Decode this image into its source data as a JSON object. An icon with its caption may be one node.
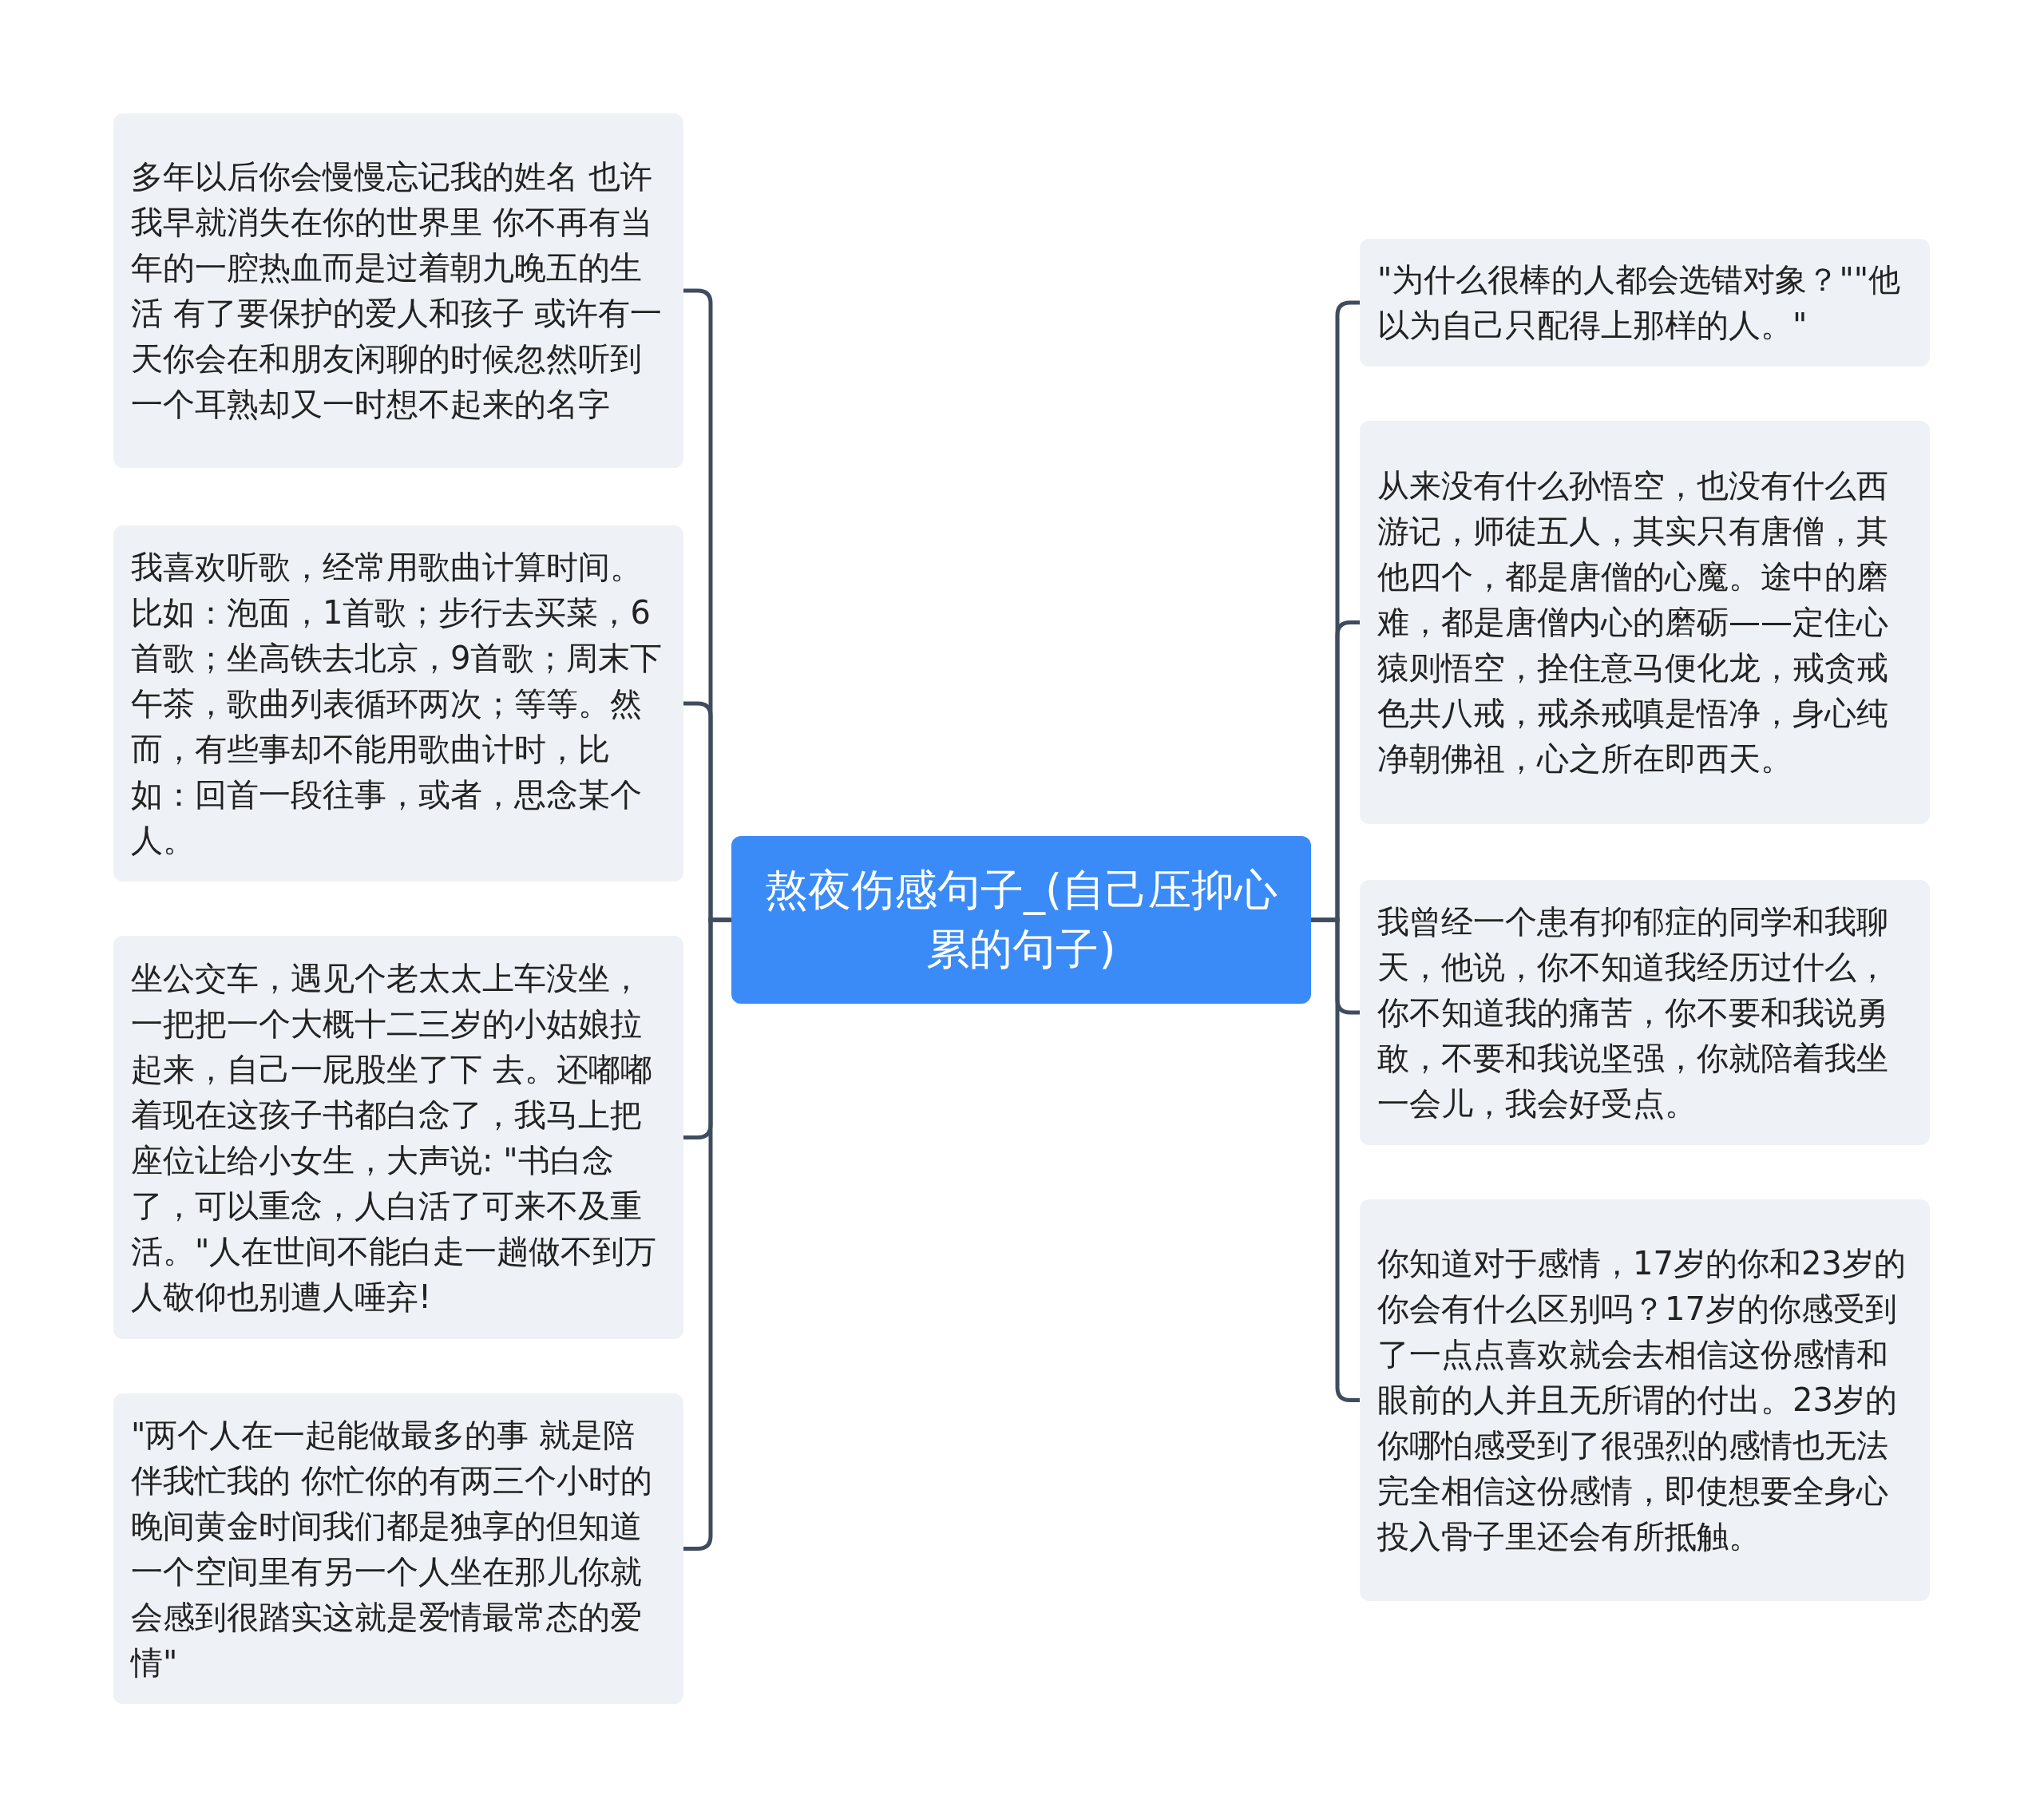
{
  "diagram": {
    "nodes": [
      {
        "text": [
          "熬夜伤感句子_(自己压抑心累的句子)"
        ]
      },
      {
        "text": [
          "多年以后你会慢慢忘记我的姓名 也许我早就消失在你的世界里 你不再有当年的一腔热血而是过着朝九晚五的生活 有了要保护的爱人和孩子 或许有一天你会在和朋友闲聊的时候忽然听到一个耳熟却又一时想不起来的名字"
        ]
      },
      {
        "text": [
          "我喜欢听歌，经常用歌曲计算时间。比如：泡面，1首歌；步行去买菜，6首歌；坐高铁去北京，9首歌；周末下午茶，歌曲列表循环两次；等等。然而，有些事却不能用歌曲计时，比如：回首一段往事，或者，思念某个人。"
        ]
      },
      {
        "text": [
          "坐公交车，遇见个老太太上车没坐，一把把一个大概十二三岁的小姑娘拉起来，自己一屁股坐了下 去。还嘟嘟着现在这孩子书都白念了，我马上把座位让给小女生，大声说: \"书白念了，可以重念，人白活了可来不及重活。\"人在世间不能白走一趟做不到万人敬仰也别遭人唾弃!"
        ]
      },
      {
        "text": [
          "\"两个人在一起能做最多的事 就是陪伴我忙我的 你忙你的有两三个小时的晚间黄金时间我们都是独享的但知道一个空间里有另一个人坐在那儿你就会感到很踏实这就是爱情最常态的爱情\""
        ]
      },
      {
        "text": [
          "\"为什么很棒的人都会选错对象？\"\"他以为自己只配得上那样的人。\""
        ]
      },
      {
        "text": [
          "从来没有什么孙悟空，也没有什么西游记，师徒五人，其实只有唐僧，其他四个，都是唐僧的心魔。途中的磨难，都是唐僧内心的磨砺——定住心猿则悟空，拴住意马便化龙，戒贪戒色共八戒，戒杀戒嗔是悟净，身心纯净朝佛祖，心之所在即西天。"
        ]
      },
      {
        "text": [
          "我曾经一个患有抑郁症的同学和我聊天，他说，你不知道我经历过什么，你不知道我的痛苦，你不要和我说勇敢，不要和我说坚强，你就陪着我坐一会儿，我会好受点。"
        ]
      },
      {
        "text": [
          "你知道对于感情，17岁的你和23岁的你会有什么区别吗？17岁的你感受到了一点点喜欢就会去相信这份感情和眼前的人并且无所谓的付出。23岁的你哪怕感受到了很强烈的感情也无法完全相信这份感情，即使想要全身心投入骨子里还会有所抵触。"
        ]
      }
    ],
    "edges": [
      {
        "from": 0,
        "to": 1,
        "arrow": "none"
      },
      {
        "from": 0,
        "to": 2,
        "arrow": "none"
      },
      {
        "from": 0,
        "to": 3,
        "arrow": "none"
      },
      {
        "from": 0,
        "to": 4,
        "arrow": "none"
      },
      {
        "from": 0,
        "to": 5,
        "arrow": "none"
      },
      {
        "from": 0,
        "to": 6,
        "arrow": "none"
      },
      {
        "from": 0,
        "to": 7,
        "arrow": "none"
      },
      {
        "from": 0,
        "to": 8,
        "arrow": "none"
      }
    ]
  }
}
